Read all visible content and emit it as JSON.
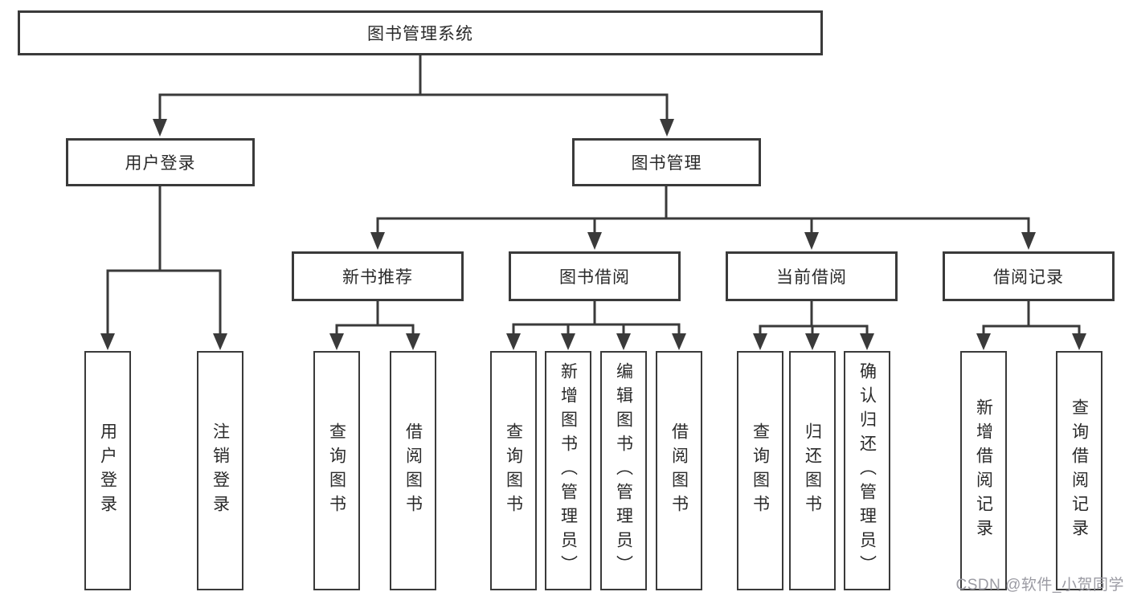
{
  "diagram": {
    "root": {
      "label": "图书管理系统"
    },
    "level2": {
      "user_login": {
        "label": "用户登录"
      },
      "book_management": {
        "label": "图书管理"
      }
    },
    "level3": {
      "new_book_recommend": {
        "label": "新书推荐"
      },
      "book_borrow": {
        "label": "图书借阅"
      },
      "current_borrow": {
        "label": "当前借阅"
      },
      "borrow_records": {
        "label": "借阅记录"
      }
    },
    "leaves": {
      "user_login": {
        "label": "用户登录"
      },
      "logout": {
        "label": "注销登录"
      },
      "recommend_query_books": {
        "label": "查询图书"
      },
      "recommend_borrow_books": {
        "label": "借阅图书"
      },
      "borrow_query_books": {
        "label": "查询图书"
      },
      "borrow_add_books_admin": {
        "label": "新增图书（管理员）"
      },
      "borrow_edit_books_admin": {
        "label": "编辑图书（管理员）"
      },
      "borrow_borrow_books": {
        "label": "借阅图书"
      },
      "current_query_books": {
        "label": "查询图书"
      },
      "current_return_books": {
        "label": "归还图书"
      },
      "current_confirm_return_admin": {
        "label": "确认归还（管理员）"
      },
      "records_add_record": {
        "label": "新增借阅记录"
      },
      "records_query_record": {
        "label": "查询借阅记录"
      }
    }
  },
  "watermark": {
    "label": "CSDN @软件_小贺同学"
  },
  "colors": {
    "line": "#3a3a3a",
    "box_border": "#3a3a3a",
    "text": "#2a2a2a",
    "watermark": "#9b9ba3",
    "background": "#ffffff"
  }
}
